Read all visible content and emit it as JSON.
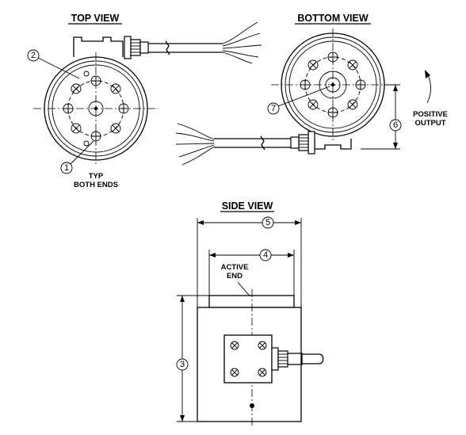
{
  "views": {
    "top": {
      "title": "TOP VIEW"
    },
    "bottom": {
      "title": "BOTTOM VIEW"
    },
    "side": {
      "title": "SIDE VIEW"
    }
  },
  "labels": {
    "typ_line1": "TYP",
    "typ_line2": "BOTH ENDS",
    "positive_line1": "POSITIVE",
    "positive_line2": "OUTPUT",
    "active_line1": "ACTIVE",
    "active_line2": "END"
  },
  "callouts": {
    "c1": "1",
    "c2": "2",
    "c3": "3",
    "c4": "4",
    "c5": "5",
    "c6": "6",
    "c7": "7"
  }
}
